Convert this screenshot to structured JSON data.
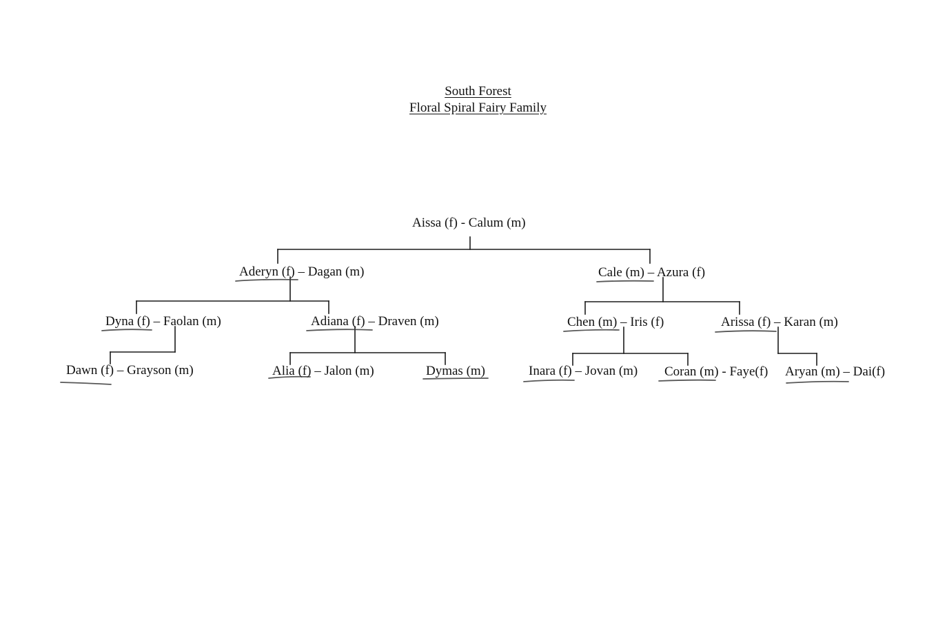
{
  "header": {
    "title_line1": "South Forest",
    "title_line2": "Floral Spiral Fairy Family"
  },
  "tree": {
    "root": "Aissa (f)  -  Calum (m)",
    "gen2": {
      "left": "Aderyn (f) – Dagan (m)",
      "right": "Cale (m) – Azura (f)"
    },
    "gen3": {
      "dyna": "Dyna (f) – Faolan (m)",
      "adiana": "Adiana (f) – Draven (m)",
      "chen": "Chen (m) – Iris (f)",
      "arissa": "Arissa (f) – Karan (m)"
    },
    "gen4": {
      "dawn": "Dawn (f) – Grayson (m)",
      "alia": "Alia (f) – Jalon (m)",
      "dymas": "Dymas (m)",
      "inara": "Inara (f) – Jovan (m)",
      "coran": "Coran (m) - Faye(f)",
      "aryan": "Aryan (m) – Dai(f)"
    }
  }
}
